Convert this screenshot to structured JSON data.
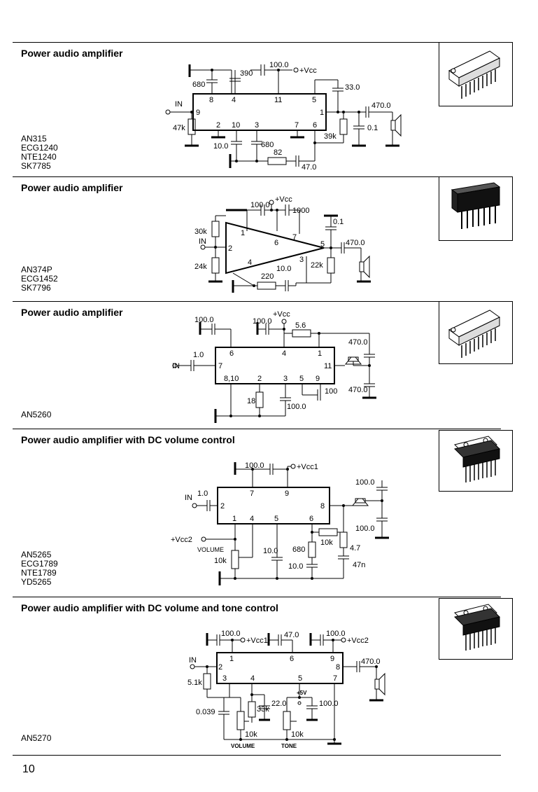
{
  "sections": [
    {
      "title": "Power audio amplifier",
      "parts": [
        "AN315",
        "ECG1240",
        "NTE1240",
        "SK7785"
      ],
      "labels": {
        "c1": "390",
        "c2": "680",
        "c3": "100.0",
        "vcc": "+Vcc",
        "c4": "33.0",
        "c5": "470.0",
        "in": "IN",
        "r1": "47k",
        "c6": "0.1",
        "r2": "39k",
        "c7": "10.0",
        "c8": "680",
        "r3": "82",
        "c9": "47.0",
        "p8": "8",
        "p4": "4",
        "p11": "11",
        "p5": "5",
        "p9": "9",
        "p1": "1",
        "p2": "2",
        "p10": "10",
        "p3": "3",
        "p7": "7",
        "p6": "6"
      }
    },
    {
      "title": "Power audio amplifier",
      "parts": [
        "AN374P",
        "ECG1452",
        "SK7796"
      ],
      "labels": {
        "c1": "100.0",
        "vcc": "+Vcc",
        "c2": "1000",
        "r1": "30k",
        "in": "IN",
        "r2": "24k",
        "c3": "0.1",
        "c4": "470.0",
        "r3": "22k",
        "r4": "220",
        "c5": "10.0",
        "p1": "1",
        "p7": "7",
        "p6": "6",
        "p2": "2",
        "p5": "5",
        "p4": "4",
        "p3": "3"
      }
    },
    {
      "title": "Power audio amplifier",
      "parts": [
        "AN5260"
      ],
      "labels": {
        "vcc": "+Vcc",
        "c1": "100.0",
        "c2": "100.0",
        "r1": "5.6",
        "c3": "470.0",
        "c4": "1.0",
        "in": "IN",
        "c5": "470.0",
        "r2": "18",
        "c6": "100",
        "c7": "100.0",
        "p6": "6",
        "p4": "4",
        "p1": "1",
        "p7": "7",
        "p11": "11",
        "p810": "8,10",
        "p2": "2",
        "p3": "3",
        "p5": "5",
        "p9": "9"
      }
    },
    {
      "title": "Power audio amplifier with DC volume control",
      "parts": [
        "AN5265",
        "ECG1789",
        "NTE1789",
        "YD5265"
      ],
      "labels": {
        "c1": "100.0",
        "vcc": "+Vcc1",
        "c2": "100.0",
        "in": "IN",
        "c3": "1.0",
        "c4": "100.0",
        "vcc2": "+Vcc2",
        "volume": "VOLUME",
        "r1": "10k",
        "c5": "10.0",
        "r2": "680",
        "c6": "10.0",
        "r3": "10k",
        "r4": "4.7",
        "c7": "47n",
        "p7": "7",
        "p9": "9",
        "p2": "2",
        "p8": "8",
        "p1": "1",
        "p4": "4",
        "p5": "5",
        "p6": "6"
      }
    },
    {
      "title": "Power audio amplifier with DC volume and tone control",
      "parts": [
        "AN5270"
      ],
      "labels": {
        "c1": "100.0",
        "vcc1": "+Vcc1",
        "c2": "47.0",
        "c3": "100.0",
        "vcc2": "+Vcc2",
        "in": "IN",
        "c4": "470.0",
        "r1": "5.1k",
        "c5": "0.039",
        "r2": "33k",
        "c6": "22.0",
        "v5": "+5V",
        "c7": "100.0",
        "r3": "10k",
        "r4": "10k",
        "volume": "VOLUME",
        "tone": "TONE",
        "p1": "1",
        "p6": "6",
        "p9": "9",
        "p2": "2",
        "p8": "8",
        "p3": "3",
        "p4": "4",
        "p5": "5",
        "p7": "7"
      }
    }
  ],
  "page_number": "10"
}
